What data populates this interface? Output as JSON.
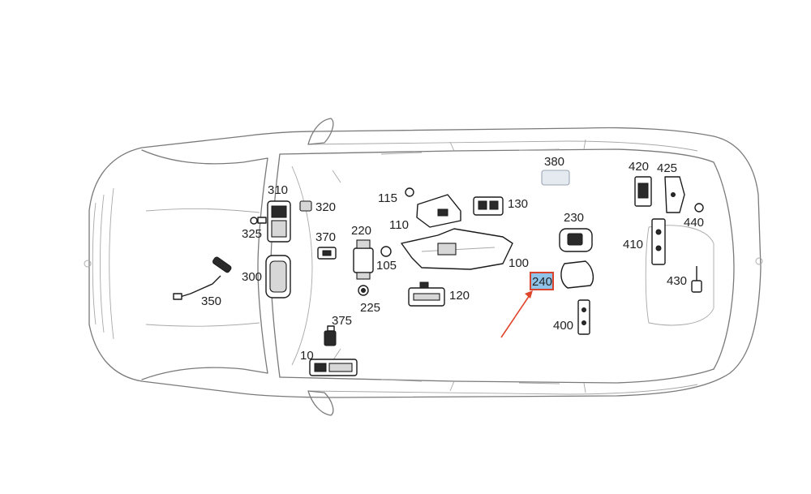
{
  "diagram": {
    "labels": [
      {
        "id": "310",
        "text": "310"
      },
      {
        "id": "320",
        "text": "320"
      },
      {
        "id": "325",
        "text": "325"
      },
      {
        "id": "300",
        "text": "300"
      },
      {
        "id": "350",
        "text": "350"
      },
      {
        "id": "370",
        "text": "370"
      },
      {
        "id": "220",
        "text": "220"
      },
      {
        "id": "105",
        "text": "105"
      },
      {
        "id": "225",
        "text": "225"
      },
      {
        "id": "375",
        "text": "375"
      },
      {
        "id": "10",
        "text": "10"
      },
      {
        "id": "115",
        "text": "115"
      },
      {
        "id": "110",
        "text": "110"
      },
      {
        "id": "130",
        "text": "130"
      },
      {
        "id": "100",
        "text": "100"
      },
      {
        "id": "120",
        "text": "120"
      },
      {
        "id": "380",
        "text": "380"
      },
      {
        "id": "230",
        "text": "230"
      },
      {
        "id": "240",
        "text": "240"
      },
      {
        "id": "400",
        "text": "400"
      },
      {
        "id": "420",
        "text": "420"
      },
      {
        "id": "425",
        "text": "425"
      },
      {
        "id": "440",
        "text": "440"
      },
      {
        "id": "410",
        "text": "410"
      },
      {
        "id": "430",
        "text": "430"
      }
    ],
    "highlight": {
      "label_id": "240",
      "fill_color": "#8fc3e8",
      "border_color": "#d9432b",
      "arrow_color": "#e0452b"
    },
    "colors": {
      "outline": "#7a7a7a",
      "part_stroke": "#1a1a1a",
      "label_text": "#222222"
    }
  }
}
